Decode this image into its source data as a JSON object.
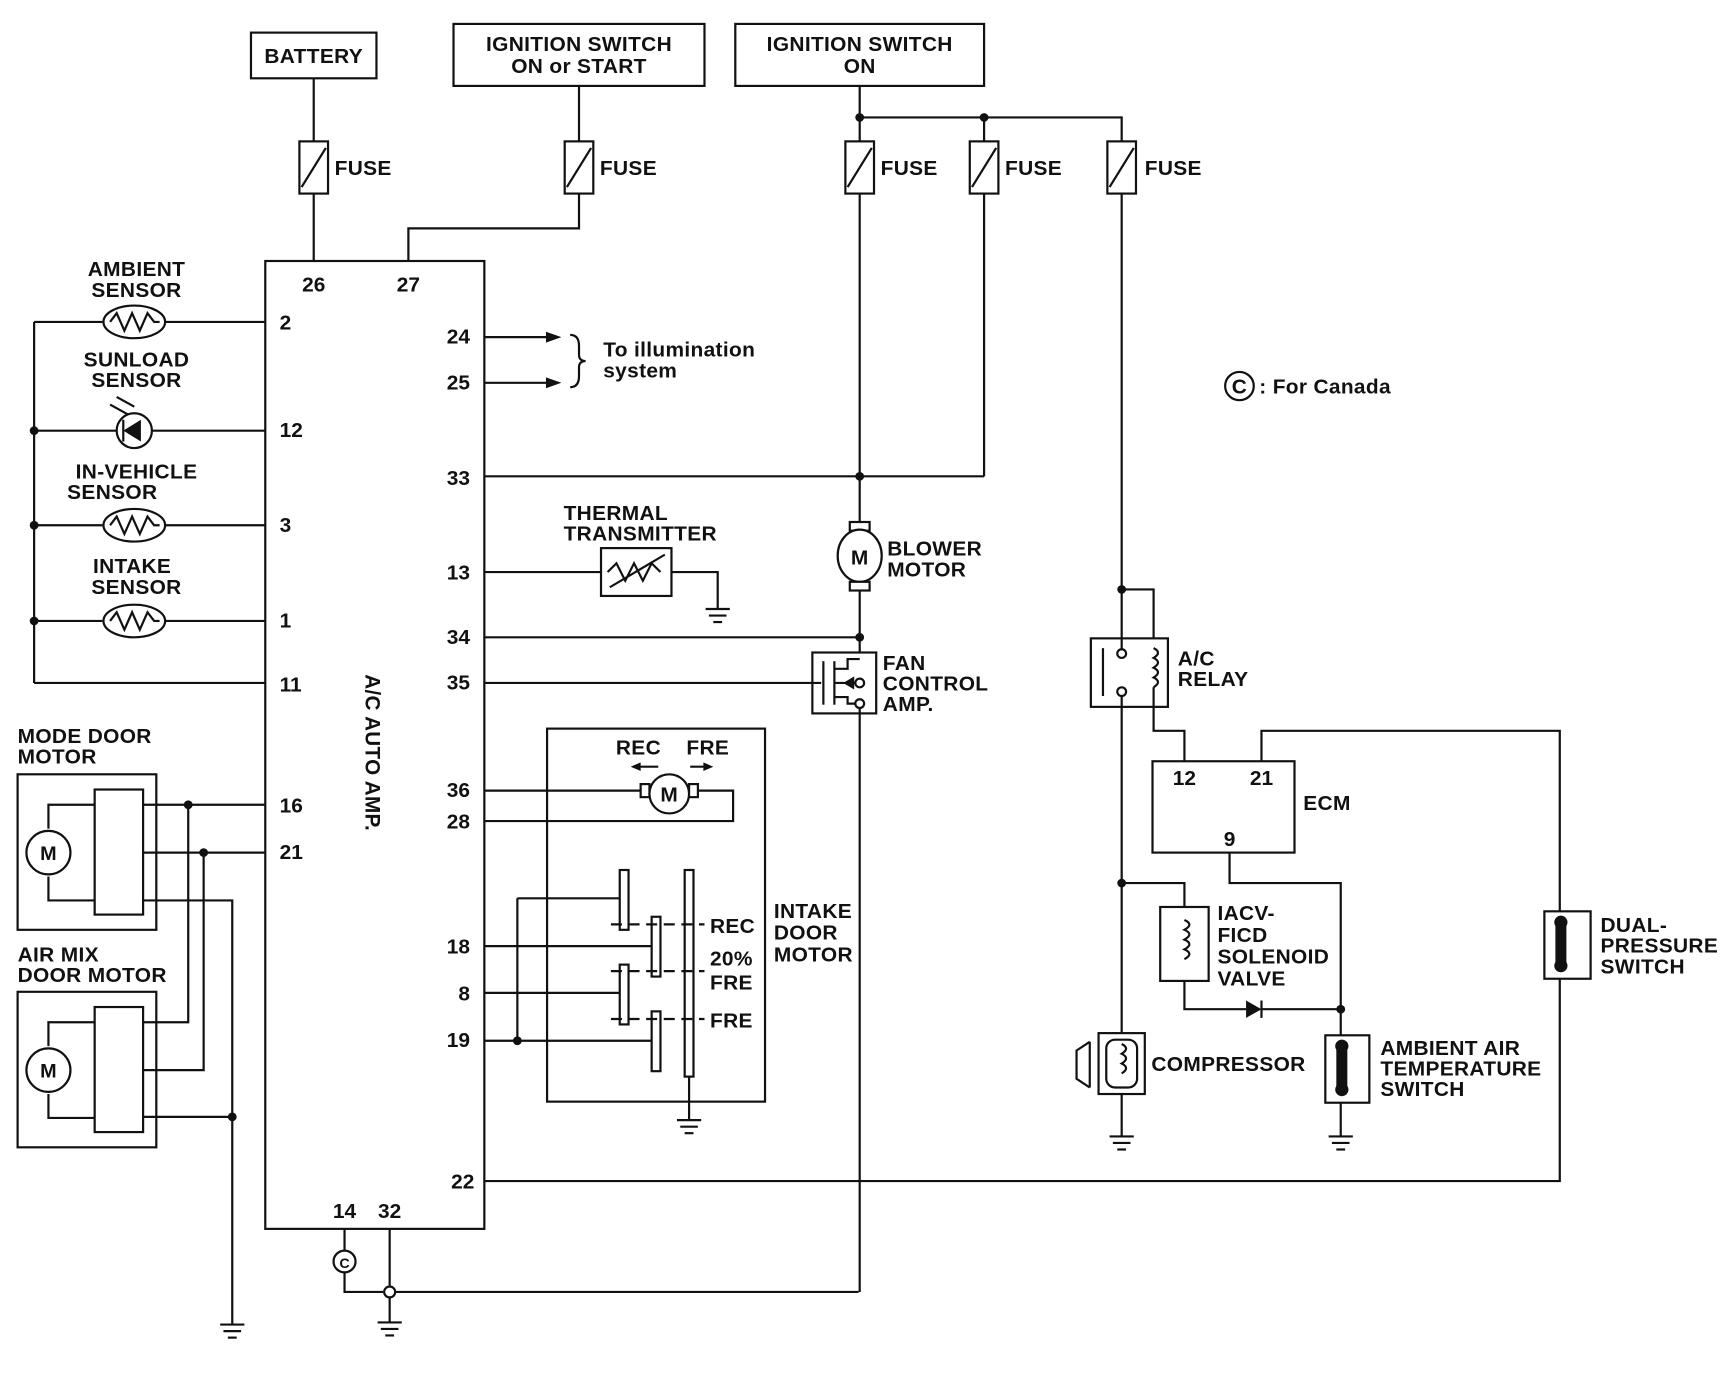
{
  "sources": {
    "battery": "BATTERY",
    "ign_on_start_line1": "IGNITION SWITCH",
    "ign_on_start_line2": "ON or START",
    "ign_on_line1": "IGNITION SWITCH",
    "ign_on_line2": "ON"
  },
  "fuse_label": "FUSE",
  "amp": {
    "name": "A/C AUTO AMP.",
    "pins_top": [
      "26",
      "27"
    ],
    "pins_left": [
      "2",
      "12",
      "3",
      "1",
      "11",
      "16",
      "21"
    ],
    "pins_right": [
      "24",
      "25",
      "33",
      "13",
      "34",
      "35",
      "36",
      "28",
      "18",
      "8",
      "19",
      "22"
    ],
    "pins_bottom": [
      "14",
      "32"
    ]
  },
  "sensors": {
    "ambient_line1": "AMBIENT",
    "ambient_line2": "SENSOR",
    "sunload_line1": "SUNLOAD",
    "sunload_line2": "SENSOR",
    "invehicle_line1": "IN-VEHICLE",
    "invehicle_line2": "SENSOR",
    "intake_line1": "INTAKE",
    "intake_line2": "SENSOR"
  },
  "motors": {
    "mode_line1": "MODE DOOR",
    "mode_line2": "MOTOR",
    "airmix_line1": "AIR MIX",
    "airmix_line2": "DOOR MOTOR",
    "blower_line1": "BLOWER",
    "blower_line2": "MOTOR",
    "intake_door_line1": "INTAKE",
    "intake_door_line2": "DOOR",
    "intake_door_line3": "MOTOR",
    "rec": "REC",
    "fre": "FRE",
    "pos_rec": "REC",
    "pos_20_line1": "20%",
    "pos_20_line2": "FRE",
    "pos_fre": "FRE"
  },
  "illumination": {
    "line1": "To illumination",
    "line2": "system"
  },
  "thermal": {
    "line1": "THERMAL",
    "line2": "TRANSMITTER"
  },
  "fan_amp": {
    "line1": "FAN",
    "line2": "CONTROL",
    "line3": "AMP."
  },
  "canada_note": {
    "symbol": "C",
    "text": ": For Canada"
  },
  "relay": {
    "line1": "A/C",
    "line2": "RELAY"
  },
  "ecm": {
    "name": "ECM",
    "pin_12": "12",
    "pin_21": "21",
    "pin_9": "9"
  },
  "iacv": {
    "line1": "IACV-",
    "line2": "FICD",
    "line3": "SOLENOID",
    "line4": "VALVE"
  },
  "compressor": "COMPRESSOR",
  "ambient_switch": {
    "line1": "AMBIENT AIR",
    "line2": "TEMPERATURE",
    "line3": "SWITCH"
  },
  "dual_pressure": {
    "line1": "DUAL-",
    "line2": "PRESSURE",
    "line3": "SWITCH"
  }
}
